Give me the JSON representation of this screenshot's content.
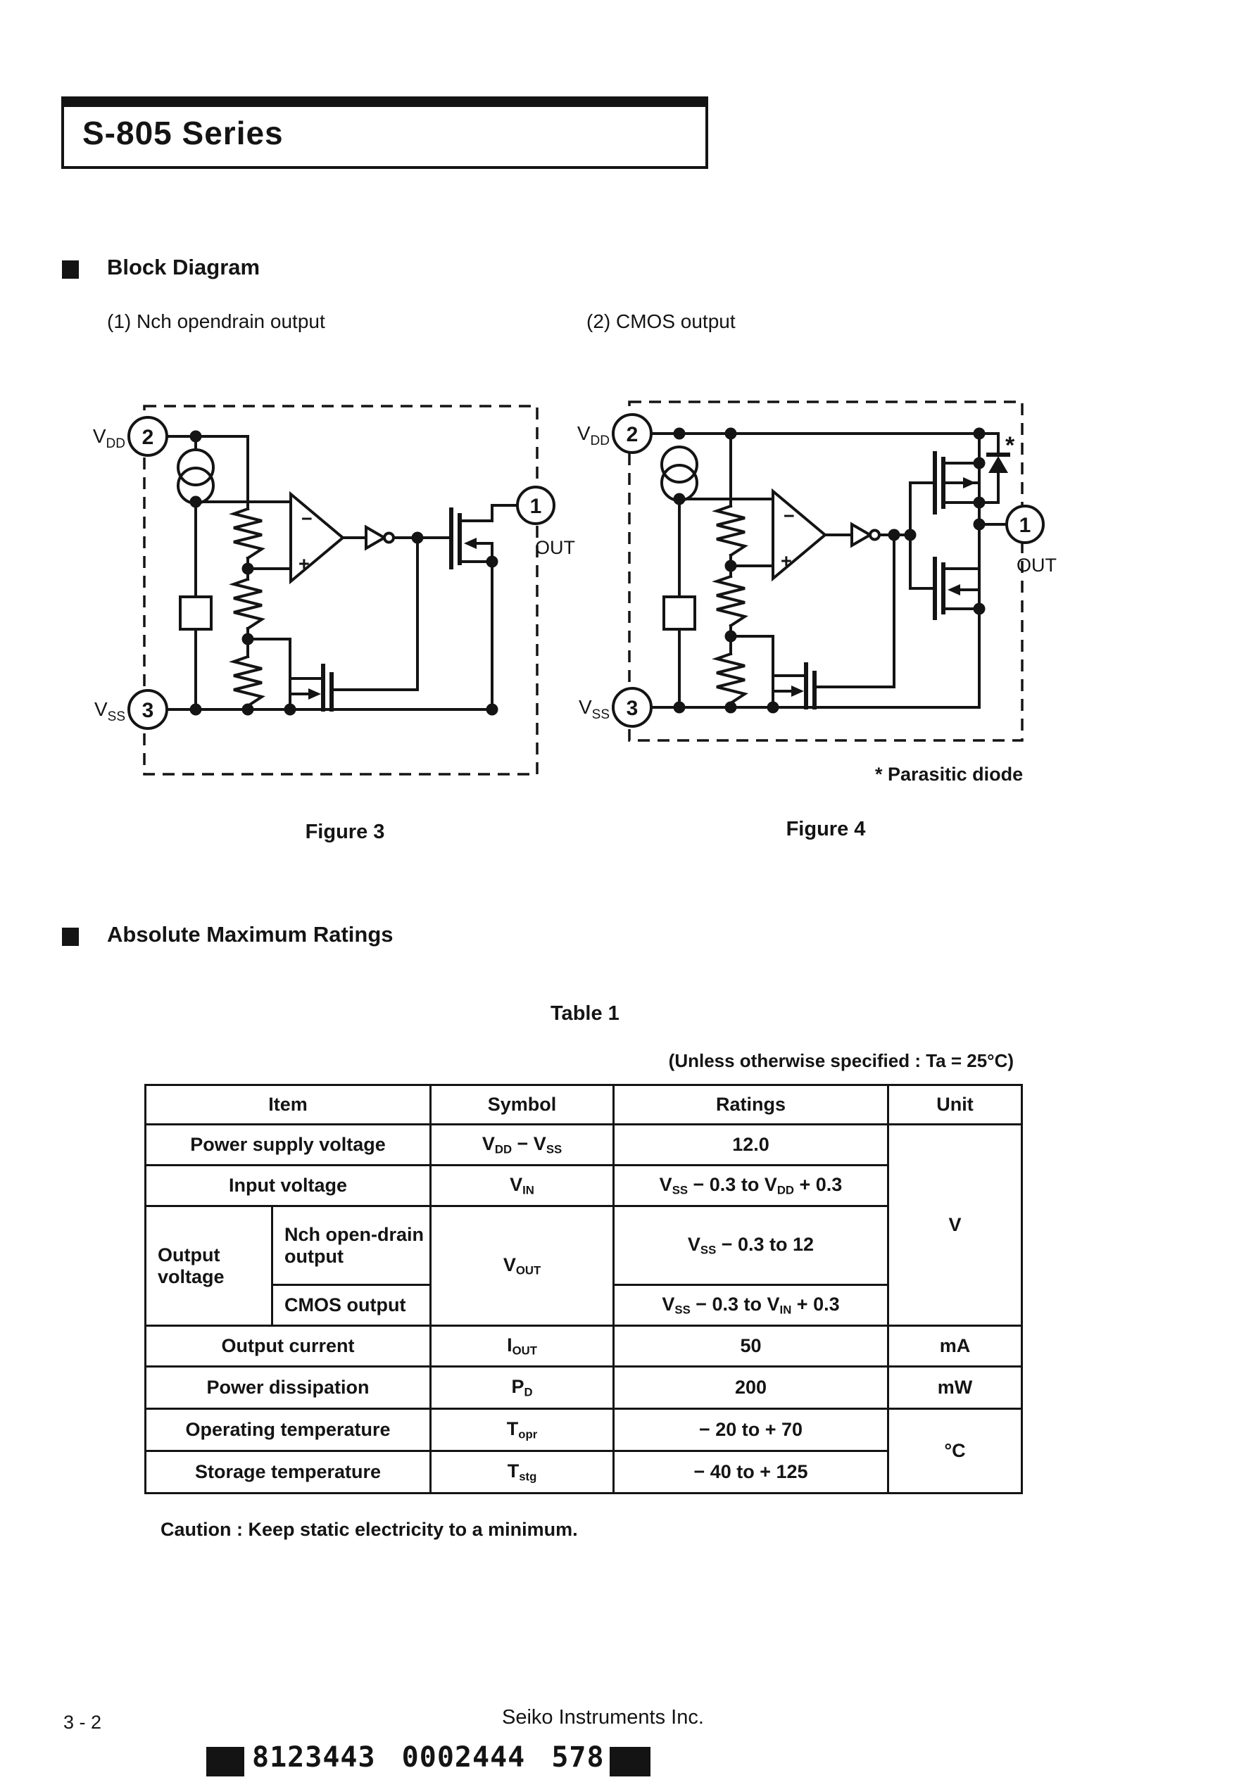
{
  "page": {
    "title": "S-805 Series"
  },
  "sections": {
    "block_diagram": {
      "heading": "Block Diagram",
      "sub1": "(1) Nch opendrain output",
      "sub2": "(2) CMOS output"
    },
    "ratings": {
      "heading": "Absolute Maximum Ratings",
      "table_title": "Table 1",
      "condition": "(Unless otherwise specified : Ta = 25°C)",
      "caution": "Caution : Keep static electricity to a minimum."
    }
  },
  "figures": {
    "fig3": {
      "caption": "Figure 3"
    },
    "fig4": {
      "caption": "Figure 4",
      "parasitic_note": "*  Parasitic diode"
    },
    "pins": {
      "out_num": "1",
      "vdd_num": "2",
      "vss_num": "3",
      "out": "OUT"
    },
    "nets": {
      "v": "V",
      "dd": "DD",
      "ss": "SS"
    },
    "opamp": {
      "minus": "−",
      "plus": "+"
    },
    "diode_mark": "*"
  },
  "table": {
    "headers": [
      "Item",
      "Symbol",
      "Ratings",
      "Unit"
    ],
    "rows": [
      {
        "item": "Power supply voltage",
        "symbol": "V~DD~ − V~SS~",
        "ratings": "12.0",
        "unit": "V"
      },
      {
        "item": "Input voltage",
        "symbol": "V~IN~",
        "ratings": "V~SS~ − 0.3 to V~DD~ + 0.3"
      },
      {
        "item": "Output voltage",
        "item2": "Nch open-drain output",
        "symbol": "V~OUT~",
        "ratings": "V~SS~ − 0.3 to 12"
      },
      {
        "item2": "CMOS  output",
        "ratings": "V~SS~ − 0.3 to V~IN~ + 0.3"
      },
      {
        "item": "Output current",
        "symbol": "I~OUT~",
        "ratings": "50",
        "unit": "mA"
      },
      {
        "item": "Power dissipation",
        "symbol": "P~D~",
        "ratings": "200",
        "unit": "mW"
      },
      {
        "item": "Operating temperature",
        "symbol": "T~opr~",
        "ratings": "− 20 to  + 70",
        "unit": "°C"
      },
      {
        "item": "Storage temperature",
        "symbol": "T~stg~",
        "ratings": "− 40 to  + 125"
      }
    ]
  },
  "footer": {
    "page_number": "3 - 2",
    "company": "Seiko Instruments Inc.",
    "barcode_text": "8123443 0002444 578"
  }
}
